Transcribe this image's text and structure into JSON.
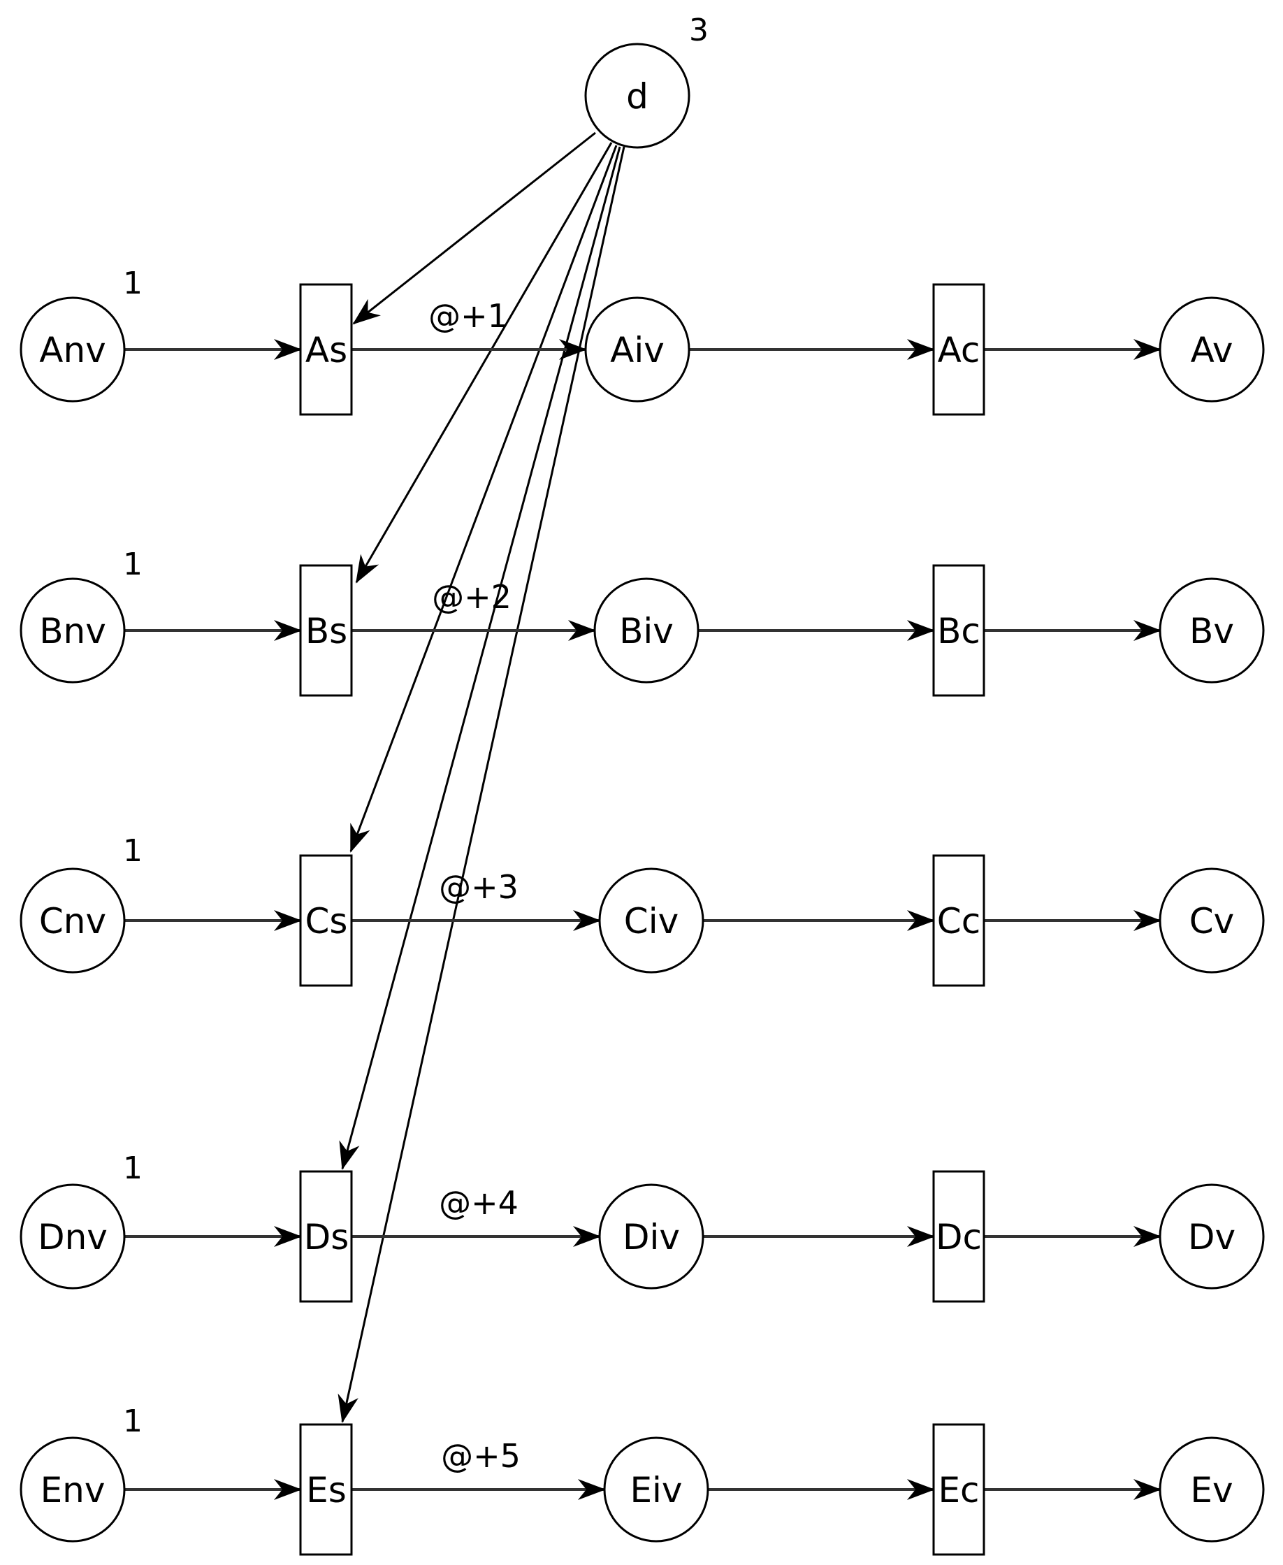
{
  "diagram": {
    "type": "petri-net",
    "source_place": {
      "label": "d",
      "tokens": "3"
    },
    "rows": [
      {
        "place_nv": "Anv",
        "tokens": "1",
        "trans_s": "As",
        "delay": "@+1",
        "place_iv": "Aiv",
        "trans_c": "Ac",
        "place_v": "Av"
      },
      {
        "place_nv": "Bnv",
        "tokens": "1",
        "trans_s": "Bs",
        "delay": "@+2",
        "place_iv": "Biv",
        "trans_c": "Bc",
        "place_v": "Bv"
      },
      {
        "place_nv": "Cnv",
        "tokens": "1",
        "trans_s": "Cs",
        "delay": "@+3",
        "place_iv": "Civ",
        "trans_c": "Cc",
        "place_v": "Cv"
      },
      {
        "place_nv": "Dnv",
        "tokens": "1",
        "trans_s": "Ds",
        "delay": "@+4",
        "place_iv": "Div",
        "trans_c": "Dc",
        "place_v": "Dv"
      },
      {
        "place_nv": "Env",
        "tokens": "1",
        "trans_s": "Es",
        "delay": "@+5",
        "place_iv": "Eiv",
        "trans_c": "Ec",
        "place_v": "Ev"
      }
    ],
    "colors": {
      "stroke": "#000000",
      "arc": "#333333",
      "background": "#ffffff"
    }
  }
}
